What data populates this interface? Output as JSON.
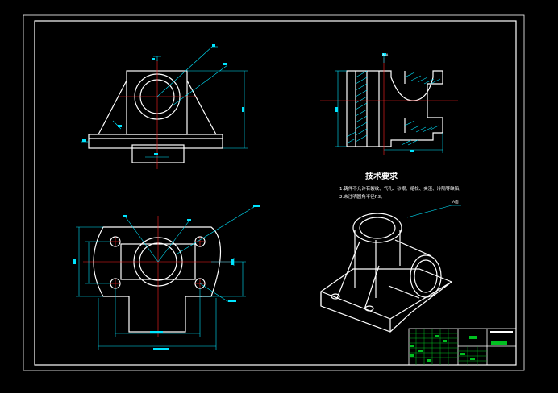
{
  "colors": {
    "background": "#000000",
    "frame": "#ffffff",
    "outline": "#ffffff",
    "center_line": "#ff2020",
    "dimension": "#00e5ff",
    "hatch": "#00e5ff",
    "title_block": "#ffffff",
    "title_fill": "#00c020"
  },
  "tech_requirements": {
    "title": "技术要求",
    "note_1": "1.铸件不允许有裂纹、气孔、砂眼、缩松、夹渣、冷隔等缺陷;",
    "note_2": "2.未注明圆角半径R3。"
  },
  "callouts": {
    "iso_view": "A面",
    "section_mark": "A-A"
  }
}
